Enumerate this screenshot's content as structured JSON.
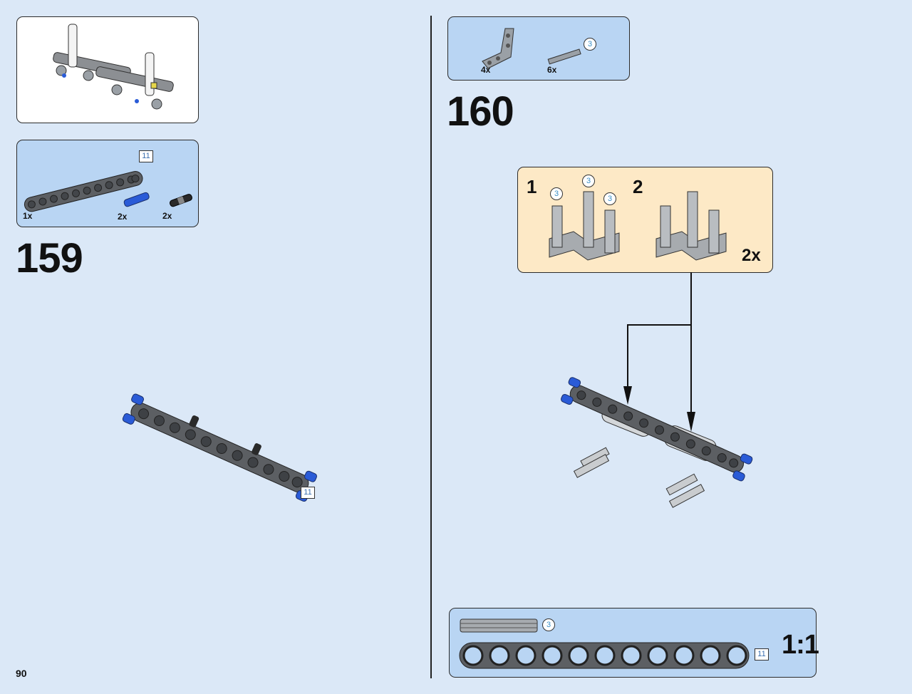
{
  "page": {
    "number": "90"
  },
  "left": {
    "prev_result_panel": {
      "image": "assembled-submodel"
    },
    "parts_panel": {
      "items": [
        {
          "qty": "1x",
          "name": "liftarm-11",
          "length": "11"
        },
        {
          "qty": "2x",
          "name": "blue-axle-pin"
        },
        {
          "qty": "2x",
          "name": "black-pin"
        }
      ]
    },
    "step": {
      "number": "159",
      "callout_length": "11"
    }
  },
  "right": {
    "parts_panel": {
      "items": [
        {
          "qty": "4x",
          "name": "angle-liftarm"
        },
        {
          "qty": "6x",
          "name": "axle-3",
          "length": "3"
        }
      ]
    },
    "step": {
      "number": "160",
      "subassembly": {
        "sub1_label": "1",
        "sub2_label": "2",
        "axle_lengths": [
          "3",
          "3",
          "3"
        ],
        "multiplier": "2x"
      }
    },
    "scale_panel": {
      "axle_length": "3",
      "beam_length": "11",
      "scale_label": "1:1"
    }
  },
  "colors": {
    "background": "#dbe8f7",
    "parts_panel": "#b9d5f3",
    "subassembly_panel": "#fde9c6",
    "dark_gray": "#5c5f63",
    "blue_pin": "#2a5bd7"
  }
}
